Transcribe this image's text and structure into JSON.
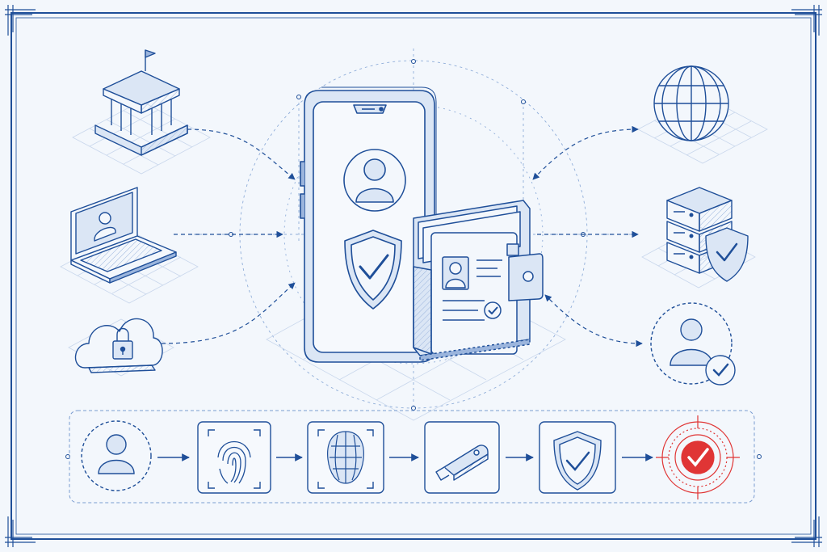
{
  "diagram": {
    "palette": {
      "ink": "#1f4f99",
      "ink_light": "#7a9cd0",
      "grid": "#c9d7ec",
      "paper": "#f3f7fc",
      "alert": "#e03535"
    },
    "sources_left": [
      {
        "id": "bank",
        "icon": "bank-building-icon"
      },
      {
        "id": "laptop",
        "icon": "laptop-user-icon"
      },
      {
        "id": "cloud",
        "icon": "cloud-lock-icon"
      }
    ],
    "center": [
      {
        "id": "phone",
        "icon": "smartphone-identity-icon"
      },
      {
        "id": "wallet",
        "icon": "digital-wallet-icon"
      }
    ],
    "targets_right": [
      {
        "id": "globe",
        "icon": "globe-icon"
      },
      {
        "id": "server",
        "icon": "server-shield-icon"
      },
      {
        "id": "verified-user",
        "icon": "verified-user-icon"
      }
    ],
    "auth_flow": [
      {
        "step": 1,
        "icon": "user-icon"
      },
      {
        "step": 2,
        "icon": "fingerprint-icon"
      },
      {
        "step": 3,
        "icon": "face-scan-icon"
      },
      {
        "step": 4,
        "icon": "usb-security-key-icon"
      },
      {
        "step": 5,
        "icon": "shield-check-icon"
      },
      {
        "step": 6,
        "icon": "target-check-icon"
      }
    ]
  }
}
